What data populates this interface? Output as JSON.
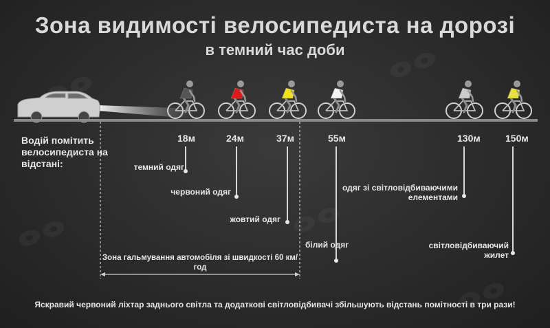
{
  "title": "Зона видимості велосипедиста на дорозі",
  "subtitle": "в темний час доби",
  "driver_text": "Водій помітить велосипедиста на відстані:",
  "markers": [
    {
      "distance": "18м",
      "label": "темний одяг",
      "shirt": "#555555"
    },
    {
      "distance": "24м",
      "label": "червоний одяг",
      "shirt": "#e01818"
    },
    {
      "distance": "37м",
      "label": "жовтий одяг",
      "shirt": "#f2e21c"
    },
    {
      "distance": "55м",
      "label": "білий одяг",
      "shirt": "#f4f4f4"
    },
    {
      "distance": "130м",
      "label": "одяг зі світловідбиваючими елементами",
      "shirt": "#cccccc"
    },
    {
      "distance": "150м",
      "label": "світловідбиваючий жилет",
      "shirt": "#eae23c"
    }
  ],
  "braking_zone": "Зона гальмування автомобіля зі швидкості 60 км/год",
  "footer": "Яскравий червоний ліхтар заднього світла та додаткові світловідбивачі збільшують відстань помітності в три рази!"
}
